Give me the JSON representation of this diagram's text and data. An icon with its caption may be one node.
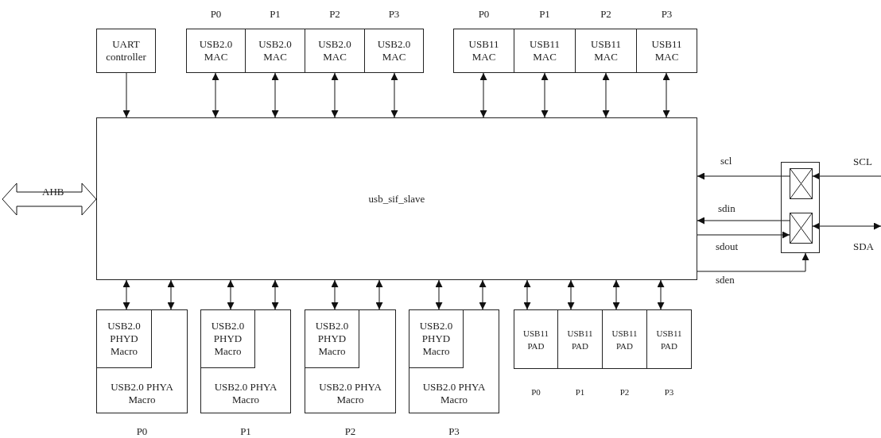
{
  "diagram": {
    "nodes": [
      {
        "text": [
          "UART controller"
        ]
      },
      {
        "text": [
          "USB2.0 MAC"
        ],
        "beside": [
          "P0"
        ]
      },
      {
        "text": [
          "USB2.0 MAC"
        ],
        "beside": [
          "P1"
        ]
      },
      {
        "text": [
          "USB2.0 MAC"
        ],
        "beside": [
          "P2"
        ]
      },
      {
        "text": [
          "USB2.0 MAC"
        ],
        "beside": [
          "P3"
        ]
      },
      {
        "text": [
          "USB11 MAC"
        ],
        "beside": [
          "P0"
        ]
      },
      {
        "text": [
          "USB11 MAC"
        ],
        "beside": [
          "P1"
        ]
      },
      {
        "text": [
          "USB11 MAC"
        ],
        "beside": [
          "P2"
        ]
      },
      {
        "text": [
          "USB11 MAC"
        ],
        "beside": [
          "P3"
        ]
      },
      {
        "text": [
          "usb_sif_slave"
        ]
      },
      {
        "text": [],
        "shape": "box"
      },
      {
        "text": [],
        "shape": "box",
        "in": 10
      },
      {
        "text": [],
        "shape": "box",
        "in": 10
      },
      {
        "text": [
          "USB2.0 PHYA Macro"
        ],
        "beside": [
          "P0"
        ]
      },
      {
        "text": [
          "USB2.0 PHYD Macro"
        ],
        "in": 13
      },
      {
        "text": [
          "USB2.0 PHYA Macro"
        ],
        "beside": [
          "P1"
        ]
      },
      {
        "text": [
          "USB2.0 PHYD Macro"
        ],
        "in": 15
      },
      {
        "text": [
          "USB2.0 PHYA Macro"
        ],
        "beside": [
          "P2"
        ]
      },
      {
        "text": [
          "USB2.0 PHYD Macro"
        ],
        "in": 17
      },
      {
        "text": [
          "USB2.0 PHYA Macro"
        ],
        "beside": [
          "P3"
        ]
      },
      {
        "text": [
          "USB2.0 PHYD Macro"
        ],
        "in": 19
      },
      {
        "text": [
          "USB11 PAD"
        ],
        "beside": [
          "P0"
        ]
      },
      {
        "text": [
          "USB11 PAD"
        ],
        "beside": [
          "P1"
        ]
      },
      {
        "text": [
          "USB11 PAD"
        ],
        "beside": [
          "P2"
        ]
      },
      {
        "text": [
          "USB11 PAD"
        ],
        "beside": [
          "P3"
        ]
      }
    ],
    "edges": [
      {
        "from": 0,
        "to": 9,
        "arrow": "to"
      },
      {
        "from": 1,
        "to": 9,
        "arrow": "both"
      },
      {
        "from": 2,
        "to": 9,
        "arrow": "both"
      },
      {
        "from": 3,
        "to": 9,
        "arrow": "both"
      },
      {
        "from": 4,
        "to": 9,
        "arrow": "both"
      },
      {
        "from": 5,
        "to": 9,
        "arrow": "both"
      },
      {
        "from": 6,
        "to": 9,
        "arrow": "both"
      },
      {
        "from": 7,
        "to": 9,
        "arrow": "both"
      },
      {
        "from": 8,
        "to": 9,
        "arrow": "both"
      },
      {
        "from": null,
        "to": 9,
        "arrow": "both",
        "label": "AHB"
      },
      {
        "from": 11,
        "to": 9,
        "arrow": "to",
        "label": "scl"
      },
      {
        "from": null,
        "to": 11,
        "arrow": "to",
        "label": "SCL"
      },
      {
        "from": 12,
        "to": 9,
        "arrow": "to",
        "label": "sdin"
      },
      {
        "from": 9,
        "to": 12,
        "arrow": "to",
        "label": "sdout"
      },
      {
        "from": null,
        "to": 12,
        "arrow": "both",
        "label": "SDA"
      },
      {
        "from": 9,
        "to": 10,
        "arrow": "to",
        "label": "sden"
      },
      {
        "from": 9,
        "to": 14,
        "arrow": "both"
      },
      {
        "from": 9,
        "to": 13,
        "arrow": "both"
      },
      {
        "from": 9,
        "to": 16,
        "arrow": "both"
      },
      {
        "from": 9,
        "to": 15,
        "arrow": "both"
      },
      {
        "from": 9,
        "to": 18,
        "arrow": "both"
      },
      {
        "from": 9,
        "to": 17,
        "arrow": "both"
      },
      {
        "from": 9,
        "to": 20,
        "arrow": "both"
      },
      {
        "from": 9,
        "to": 19,
        "arrow": "both"
      },
      {
        "from": 9,
        "to": 21,
        "arrow": "both"
      },
      {
        "from": 9,
        "to": 22,
        "arrow": "both"
      },
      {
        "from": 9,
        "to": 23,
        "arrow": "both"
      },
      {
        "from": 9,
        "to": 24,
        "arrow": "both"
      }
    ]
  }
}
